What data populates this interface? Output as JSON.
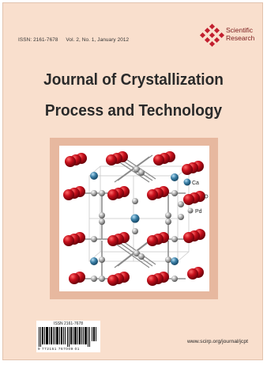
{
  "cover": {
    "issn_line": "ISSN: 2161-7678",
    "volume_line": "Vol. 2, No. 1, January 2012",
    "publisher_line1": "Scientific",
    "publisher_line2": "Research",
    "title_line1": "Journal of Crystallization",
    "title_line2": "Process and Technology",
    "atom_label_ca": "Ca",
    "atom_label_pd": "Pd",
    "barcode_issn": "ISSN 2161-7678",
    "barcode_digits": "9 772161 767009 01",
    "url": "www.scirp.org/journal/jcpt"
  },
  "colors": {
    "background": "#f9dfcd",
    "frame": "#e7b89f",
    "logo": "#c21f2f",
    "atom_red": "#c8101c",
    "atom_blue": "#3a7fa6",
    "atom_gray": "#9a9a9a"
  }
}
